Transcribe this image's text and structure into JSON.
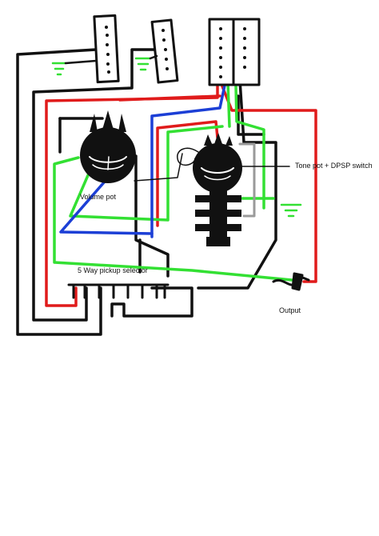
{
  "labels": {
    "volume_pot": "Volume pot",
    "tone_pot": "Tone pot + DPSP switch",
    "pickup_selector": "5 Way pickup selector",
    "output": "Output"
  },
  "wire_colors": {
    "ground": "#111111",
    "hot": "#e01b1b",
    "signal": "#33e033",
    "blue": "#1c3fd6",
    "gray": "#9a9a9a"
  },
  "components": [
    "neck-single-coil",
    "middle-single-coil",
    "bridge-humbucker",
    "volume-pot",
    "tone-pot-dpdt",
    "5-way-selector",
    "output-jack"
  ]
}
